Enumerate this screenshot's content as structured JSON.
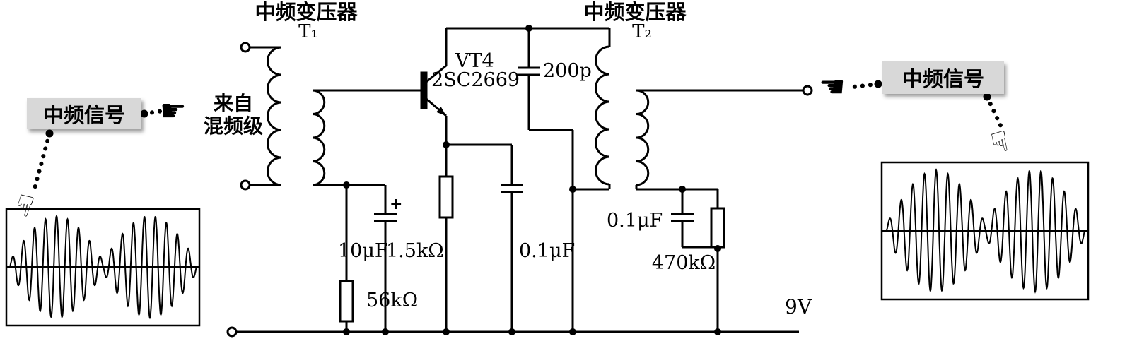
{
  "diagram": {
    "transformer_left": {
      "title": "中频变压器",
      "designator": "T₁"
    },
    "transformer_right": {
      "title": "中频变压器",
      "designator": "T₂"
    },
    "transistor": {
      "designator": "VT4",
      "model": "2SC2669"
    },
    "input_label": {
      "line1": "来自",
      "line2": "混频级"
    },
    "callout_left": {
      "label": "中频信号"
    },
    "callout_right": {
      "label": "中频信号"
    },
    "components": {
      "feedback_cap": "200p",
      "base_bypass_cap": "10μF",
      "base_bypass_polarity": "+",
      "emitter_resistor": "1.5kΩ",
      "emitter_bypass_cap": "0.1μF",
      "bias_resistor": "56kΩ",
      "agc_cap": "0.1μF",
      "agc_resistor": "470kΩ"
    },
    "supply_label": "9V"
  },
  "icons": {
    "hand_right": "☛",
    "hand_left": "☚",
    "hand_down": "☟"
  },
  "waveform": {
    "carrier_cycles": 17,
    "envelope_lobes": 2,
    "min_envelope": 0.12
  }
}
